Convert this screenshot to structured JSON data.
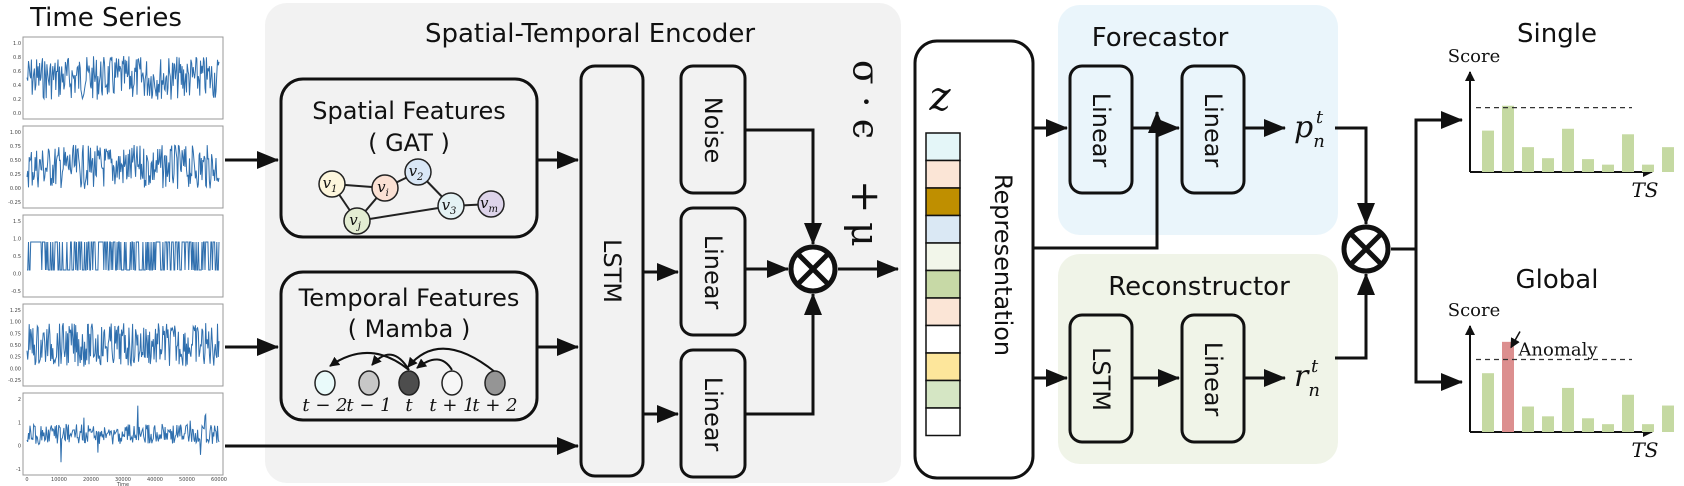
{
  "time_series": {
    "title": "Time Series",
    "panels": [
      {
        "ticks": [
          "1.0",
          "0.8",
          "0.6",
          "0.4",
          "0.2",
          "0.0"
        ]
      },
      {
        "ticks": [
          "1.00",
          "0.75",
          "0.50",
          "0.25",
          "0.00",
          "-0.25"
        ]
      },
      {
        "ticks": [
          "1.5",
          "1.0",
          "0.5",
          "0.0",
          "-0.5"
        ]
      },
      {
        "ticks": [
          "1.25",
          "1.00",
          "0.75",
          "0.50",
          "0.25",
          "0.00",
          "-0.25"
        ]
      },
      {
        "ticks": [
          "2",
          "1",
          "0",
          "-1"
        ]
      }
    ],
    "x_ticks": [
      "0",
      "10000",
      "20000",
      "30000",
      "40000",
      "50000",
      "60000"
    ],
    "x_axis_label": "Time"
  },
  "encoder": {
    "title": "Spatial-Temporal Encoder",
    "spatial_box": {
      "title": "Spatial Features",
      "subtitle": "( GAT )",
      "nodes": [
        {
          "sym": "v",
          "sub": "1",
          "color": "#fdf6dc"
        },
        {
          "sym": "v",
          "sub": "i",
          "color": "#fbe1d4"
        },
        {
          "sym": "v",
          "sub": "2",
          "color": "#d9e7f6"
        },
        {
          "sym": "v",
          "sub": "j",
          "color": "#e3ecd2"
        },
        {
          "sym": "v",
          "sub": "3",
          "color": "#e4f2f4"
        },
        {
          "sym": "v",
          "sub": "m",
          "color": "#ddd4ea"
        }
      ]
    },
    "temporal_box": {
      "title": "Temporal Features",
      "subtitle": "( Mamba )",
      "labels": [
        "t − 2",
        "t − 1",
        "t",
        "t + 1",
        "t + 2"
      ],
      "colors": [
        "#e9fafa",
        "#c7c7c7",
        "#4d4d4d",
        "#f7f7f7",
        "#959595"
      ]
    },
    "lstm_label": "LSTM",
    "noise_label": "Noise",
    "linear_top_label": "Linear",
    "linear_bottom_label": "Linear",
    "reparam_mu": "μ",
    "reparam_plus": "+",
    "reparam_sigma_eps": "σ · ϵ"
  },
  "representation": {
    "symbol": "z",
    "label": "Representation",
    "cells": [
      "#e4f6f8",
      "#fbe5d6",
      "#bf8f00",
      "#dae8f4",
      "#f2f6ea",
      "#c7d9a6",
      "#fbe5d6",
      "#ffffff",
      "#fde69b",
      "#d5e6c4",
      "#ffffff"
    ]
  },
  "forecastor": {
    "title": "Forecastor",
    "linear1": "Linear",
    "linear2": "Linear",
    "out_sym": "p",
    "out_sub": "n",
    "out_sup": "t",
    "bg": "#eaf5fb"
  },
  "reconstructor": {
    "title": "Reconstructor",
    "lstm": "LSTM",
    "linear": "Linear",
    "out_sym": "r",
    "out_sub": "n",
    "out_sup": "t",
    "bg": "#f0f4e8"
  },
  "scores": {
    "single": {
      "title": "Single",
      "ylabel": "Score",
      "xlabel": "TS",
      "bars": [
        0.45,
        0.72,
        0.27,
        0.15,
        0.47,
        0.14,
        0.08,
        0.41,
        0.08,
        0.27
      ],
      "threshold": 0.7
    },
    "global": {
      "title": "Global",
      "ylabel": "Score",
      "xlabel": "TS",
      "bars": [
        0.6,
        0.92,
        0.26,
        0.16,
        0.45,
        0.14,
        0.08,
        0.38,
        0.08,
        0.27
      ],
      "anomaly_index": 1,
      "threshold": 0.74,
      "anomaly_label": "Anomaly"
    },
    "bar_color": "#c5d9a2",
    "anomaly_color": "#dc8f8f"
  }
}
